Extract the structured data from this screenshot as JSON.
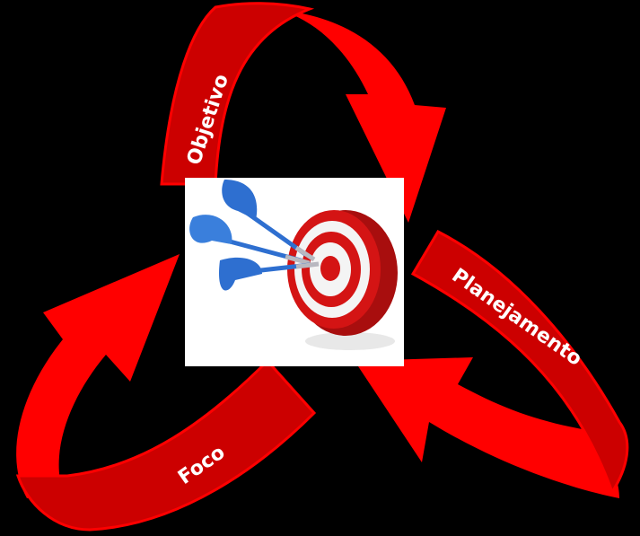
{
  "diagram": {
    "type": "cycle",
    "center": {
      "image": "darts-hitting-target",
      "description": "three blue darts striking the bullseye of a red and white target"
    },
    "stages": [
      {
        "label": "Objetivo",
        "position": "top"
      },
      {
        "label": "Planejamento",
        "position": "right"
      },
      {
        "label": "Foco",
        "position": "bottom-left"
      }
    ],
    "flow": [
      "Objetivo",
      "Planejamento",
      "Foco",
      "Objetivo"
    ],
    "colors": {
      "background": "#000000",
      "arrow": "#FF0000",
      "ribbon": "#CC0000",
      "label_text": "#FFFFFF",
      "center_bg": "#FFFFFF",
      "dart": "#2E6FD0",
      "target_red": "#D41414",
      "target_white": "#F4F4F4"
    }
  }
}
